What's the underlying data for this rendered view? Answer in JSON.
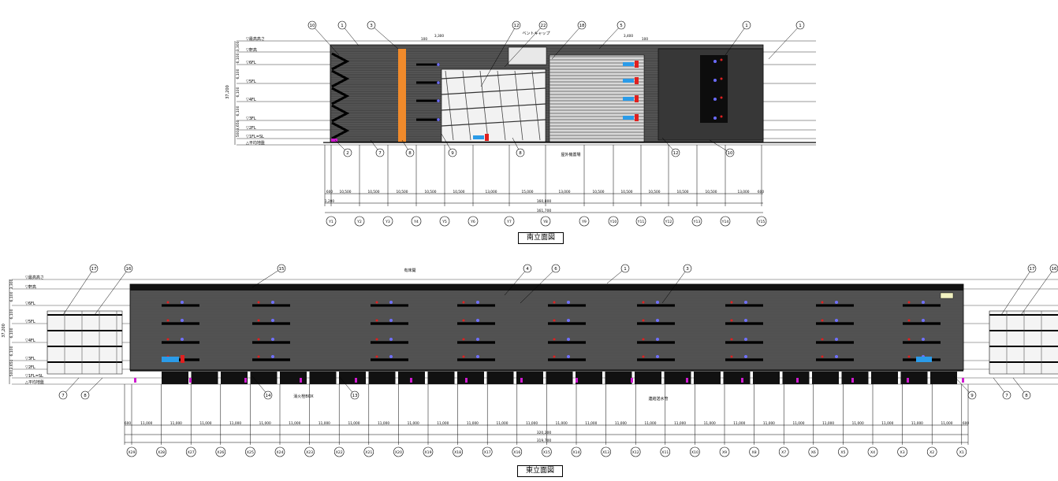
{
  "south": {
    "caption": "南立面図",
    "level_labels": [
      "▽最高高さ",
      "▽軒高",
      "▽6FL",
      "▽5FL",
      "▽4FL",
      "▽3FL",
      "▽2FL",
      "▽1FL=SL",
      "△平均地盤"
    ],
    "level_dims": [
      "3,300",
      "6,100",
      "6,100",
      "6,100",
      "6,100",
      "3,650",
      "500"
    ],
    "total_height": "37,200",
    "top_dims": [
      "100",
      "3,300",
      "3,400",
      "100"
    ],
    "bay_dims": [
      "600",
      "10,500",
      "10,500",
      "10,500",
      "10,500",
      "10,500",
      "13,000",
      "15,000",
      "13,000",
      "10,500",
      "10,500",
      "10,500",
      "10,500",
      "10,500",
      "13,000",
      "600"
    ],
    "overall_1": "160,800",
    "overall_2": "161,700",
    "sub_left": "1,200",
    "grid_labels": [
      "Y1",
      "Y2",
      "Y3",
      "Y4",
      "Y5",
      "Y6",
      "Y7",
      "Y8",
      "Y9",
      "Y10",
      "Y11",
      "Y12",
      "Y13",
      "Y14",
      "Y15"
    ],
    "callouts_top": [
      "10",
      "1",
      "3",
      "12",
      "22",
      "18",
      "5",
      "1",
      "1"
    ],
    "callouts_bottom": [
      "2",
      "7",
      "8",
      "9",
      "8",
      "12",
      "10"
    ],
    "note_vent": "ベントキャップ",
    "note_outdoor": "屋外機置場"
  },
  "east": {
    "caption": "東立面図",
    "level_labels": [
      "▽最高高さ",
      "▽軒高",
      "▽6FL",
      "▽5FL",
      "▽4FL",
      "▽3FL",
      "▽2FL",
      "▽1FL=SL",
      "△平均地盤"
    ],
    "level_dims": [
      "3,300",
      "6,100",
      "6,100",
      "6,100",
      "6,100",
      "3,650",
      "500"
    ],
    "total_height": "37,200",
    "bay_dims": [
      "11,000",
      "11,000",
      "11,000",
      "11,000",
      "11,000",
      "11,000",
      "11,000",
      "11,000",
      "11,000",
      "11,000",
      "11,000",
      "11,000",
      "11,000",
      "11,000",
      "11,000",
      "11,000",
      "11,000",
      "11,000",
      "11,000",
      "11,000",
      "11,000",
      "11,000",
      "11,000",
      "11,000",
      "11,000",
      "11,000",
      "11,000",
      "11,000",
      "11,000"
    ],
    "end_left": "600",
    "end_right": "600",
    "overall_1": "320,200",
    "overall_2": "319,700",
    "grid_labels": [
      "X29",
      "X28",
      "X27",
      "X26",
      "X25",
      "X24",
      "X23",
      "X22",
      "X21",
      "X20",
      "X19",
      "X18",
      "X17",
      "X16",
      "X15",
      "X14",
      "X13",
      "X12",
      "X11",
      "X10",
      "X9",
      "X8",
      "X7",
      "X6",
      "X5",
      "X4",
      "X3",
      "X2",
      "X1"
    ],
    "callouts_top": [
      "17",
      "16",
      "15",
      "4",
      "6",
      "1",
      "3",
      "17",
      "16"
    ],
    "callouts_bottom": [
      "7",
      "8",
      "14",
      "13",
      "9",
      "7",
      "8"
    ],
    "note_roof": "有床開",
    "note_hydrant": "消火栓BOX",
    "note_pipe": "連結送水管"
  }
}
